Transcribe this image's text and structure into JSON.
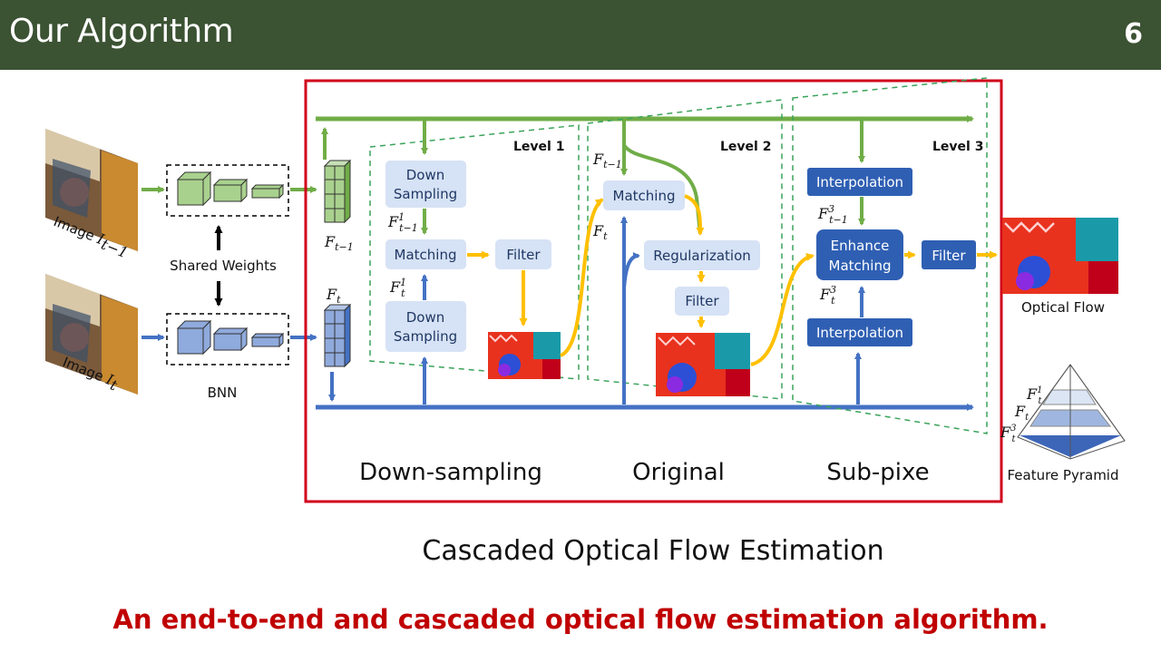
{
  "header": {
    "title": "Our Algorithm",
    "slide_number": "6"
  },
  "colors": {
    "header_bg": "#3b5233",
    "accent_red": "#c00000",
    "green": "#70ad47",
    "blue": "#4472c4",
    "yellow": "#ffc000",
    "light_box": "#d6e2f5",
    "dark_box": "#2f5fb3"
  },
  "inputs": {
    "image_prev": {
      "label": "Image",
      "math": "I",
      "sub": "t−1"
    },
    "image_curr": {
      "label": "Image",
      "math": "I",
      "sub": "t"
    },
    "shared_weights": "Shared Weights",
    "bnn": "BNN",
    "feat_prev": {
      "math": "F",
      "sub": "t−1"
    },
    "feat_curr": {
      "math": "F",
      "sub": "t"
    }
  },
  "level1": {
    "title": "Level 1",
    "down_sampling_top": [
      "Down",
      "Sampling"
    ],
    "down_sampling_bottom": [
      "Down",
      "Sampling"
    ],
    "matching": "Matching",
    "filter": "Filter",
    "label_prev": {
      "math": "F",
      "sup": "1",
      "sub": "t−1"
    },
    "label_curr": {
      "math": "F",
      "sup": "1",
      "sub": "t"
    }
  },
  "level2": {
    "title": "Level 2",
    "matching": "Matching",
    "regularization": "Regularization",
    "filter": "Filter",
    "label_prev": {
      "math": "F",
      "sub": "t−1"
    },
    "label_curr": {
      "math": "F",
      "sub": "t"
    }
  },
  "level3": {
    "title": "Level 3",
    "interpolation_top": "Interpolation",
    "interpolation_bottom": "Interpolation",
    "enhance_matching": [
      "Enhance",
      "Matching"
    ],
    "filter": "Filter",
    "label_prev": {
      "math": "F",
      "sup": "3",
      "sub": "t−1"
    },
    "label_curr": {
      "math": "F",
      "sup": "3",
      "sub": "t"
    }
  },
  "outputs": {
    "optical_flow": "Optical Flow",
    "feature_pyramid": "Feature Pyramid",
    "pyramid_labels": [
      {
        "math": "F",
        "sup": "1",
        "sub": "t"
      },
      {
        "math": "F",
        "sub": "t"
      },
      {
        "math": "F",
        "sup": "3",
        "sub": "t"
      }
    ]
  },
  "stages": [
    "Down-sampling",
    "Original",
    "Sub-pixe"
  ],
  "caption": "Cascaded Optical Flow Estimation",
  "subtitle": "An end-to-end and cascaded optical flow estimation algorithm."
}
